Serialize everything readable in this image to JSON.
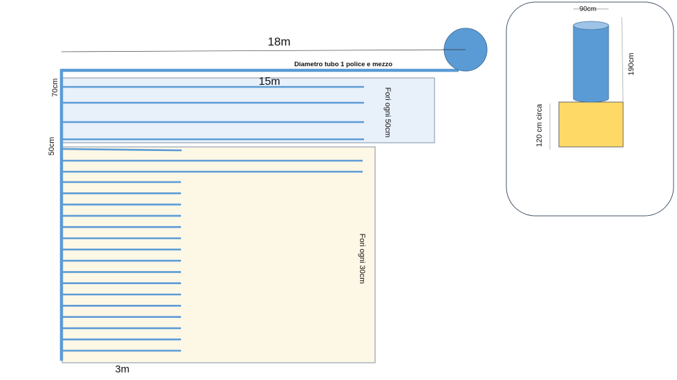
{
  "labels": {
    "length_total": "18m",
    "pipe_diameter": "Diametro tubo 1 police e mezzo",
    "length_upper": "15m",
    "spacing_upper": "70cm",
    "spacing_lower": "50cm",
    "holes_upper": "Fori ogni 50cm",
    "holes_lower": "Fori ogni 30cm",
    "length_lower": "3m",
    "tank_width": "90cm",
    "tank_height": "190cm",
    "base_height": "120 cm circa"
  },
  "colors": {
    "pipe": "#5b9bd5",
    "upper_zone": "#e8f0fa",
    "lower_zone": "#fdf7e6",
    "base": "#ffd966"
  },
  "upper_zone": {
    "branch_count": 4
  },
  "lower_zone": {
    "long_branch_count": 2,
    "short_branch_count": 17
  }
}
